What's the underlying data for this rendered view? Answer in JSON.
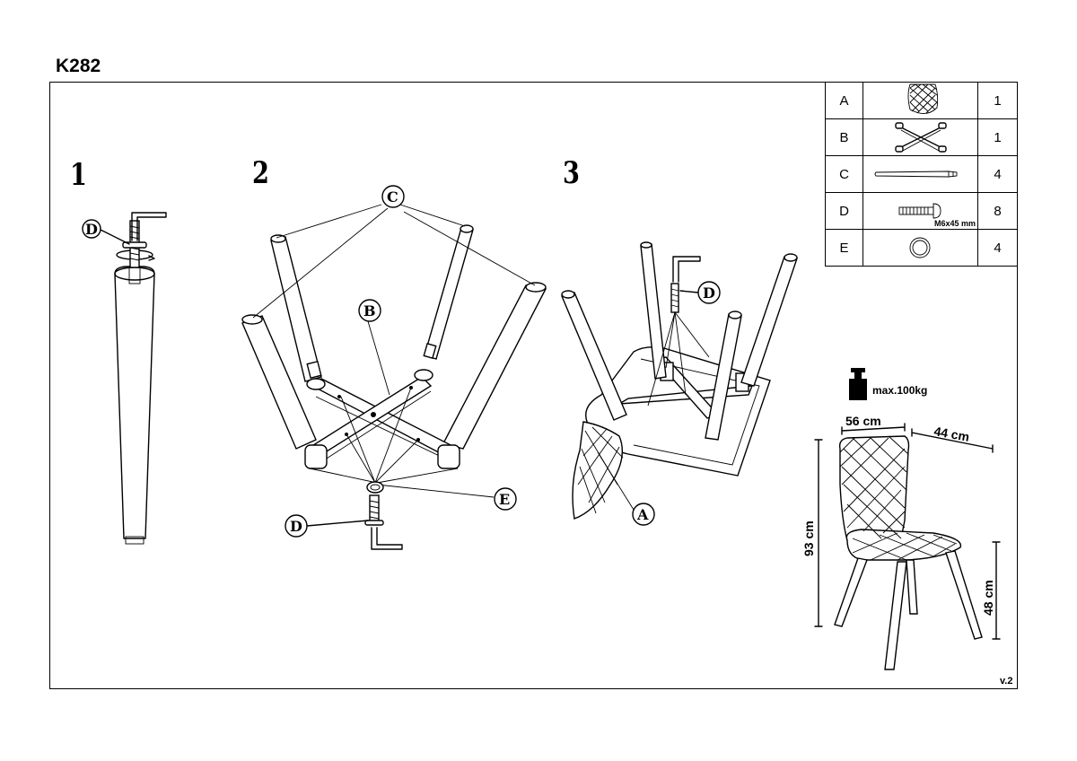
{
  "model_code": "K282",
  "version": "v.2",
  "steps": [
    "1",
    "2",
    "3"
  ],
  "parts": [
    {
      "letter": "A",
      "qty": "1",
      "icon": "seat-icon"
    },
    {
      "letter": "B",
      "qty": "1",
      "icon": "cross-base-icon"
    },
    {
      "letter": "C",
      "qty": "4",
      "icon": "leg-icon"
    },
    {
      "letter": "D",
      "qty": "8",
      "icon": "bolt-icon",
      "spec": "M6x45 mm"
    },
    {
      "letter": "E",
      "qty": "4",
      "icon": "washer-icon"
    }
  ],
  "callouts": {
    "step1_d": "D",
    "step2_c": "C",
    "step2_b": "B",
    "step2_e": "E",
    "step2_d": "D",
    "step3_d": "D",
    "step3_a": "A"
  },
  "specs": {
    "max_load": "max.100kg",
    "width": "56 cm",
    "depth": "44 cm",
    "height": "93 cm",
    "seat_height": "48 cm"
  }
}
